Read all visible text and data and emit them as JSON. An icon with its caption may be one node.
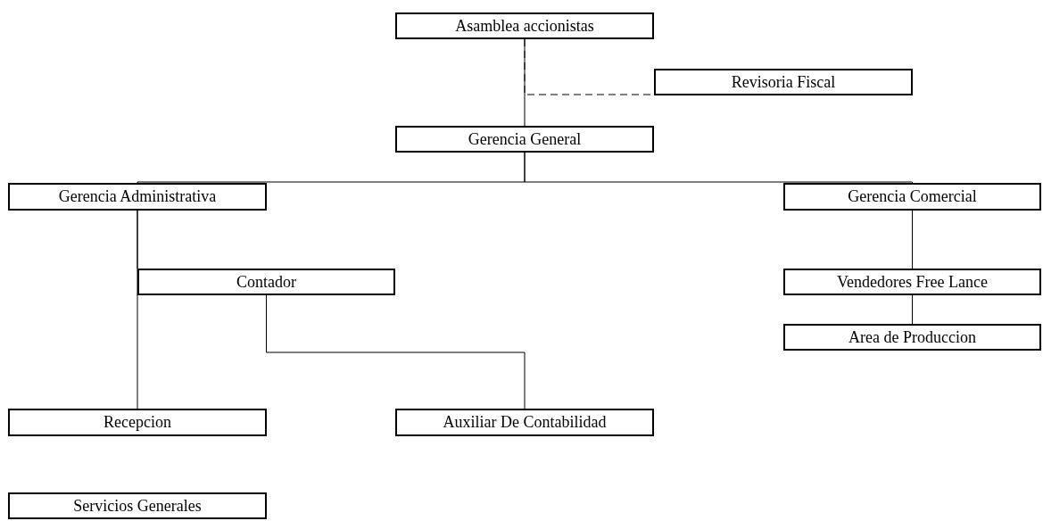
{
  "diagram": {
    "nodes": [
      {
        "text": [
          "Asamblea accionistas"
        ]
      },
      {
        "text": [
          "Revisoria Fiscal"
        ]
      },
      {
        "text": [
          "Gerencia General"
        ]
      },
      {
        "text": [
          "Gerencia Administrativa"
        ]
      },
      {
        "text": [
          "Gerencia Comercial"
        ]
      },
      {
        "text": [
          "Contador"
        ]
      },
      {
        "text": [
          "Vendedores Free Lance"
        ]
      },
      {
        "text": [
          "Area de Produccion"
        ]
      },
      {
        "text": [
          "Recepcion"
        ]
      },
      {
        "text": [
          "Auxiliar De Contabilidad"
        ]
      },
      {
        "text": [
          "Servicios Generales"
        ]
      }
    ],
    "edges": [
      {
        "from": 0,
        "to": 2,
        "arrow": "none"
      },
      {
        "from": 0,
        "to": 1,
        "arrow": "none",
        "style": "dashed"
      },
      {
        "from": 2,
        "to": 3,
        "arrow": "none"
      },
      {
        "from": 2,
        "to": 4,
        "arrow": "none"
      },
      {
        "from": 3,
        "to": 5,
        "arrow": "none"
      },
      {
        "from": 3,
        "to": 8,
        "arrow": "none"
      },
      {
        "from": 5,
        "to": 9,
        "arrow": "none"
      },
      {
        "from": 4,
        "to": 6,
        "arrow": "none"
      },
      {
        "from": 6,
        "to": 7,
        "arrow": "none"
      }
    ]
  }
}
